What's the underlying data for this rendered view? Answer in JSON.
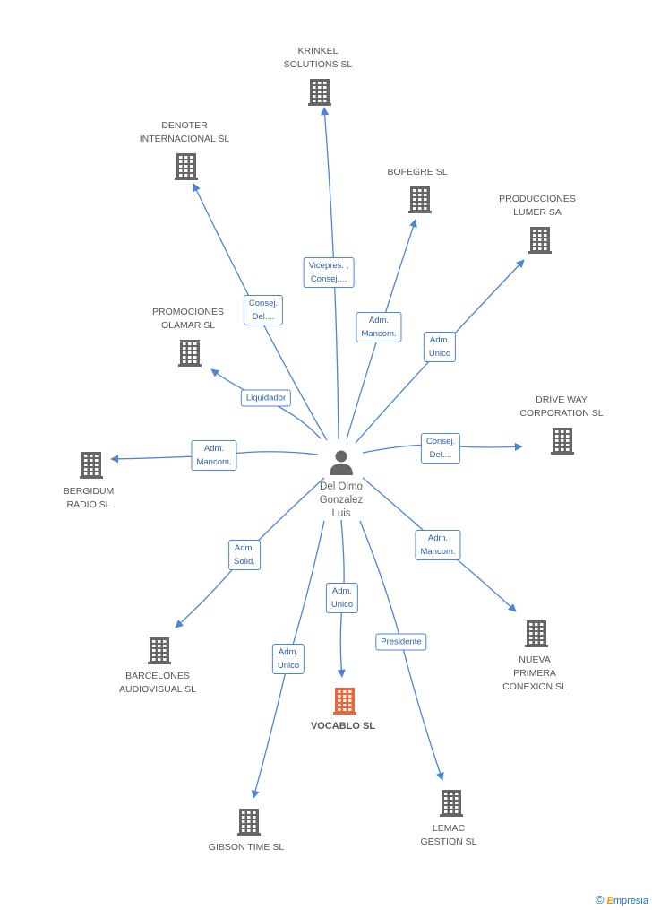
{
  "person": {
    "name": "Del Olmo\nGonzalez\nLuis"
  },
  "colors": {
    "edge": "#4a86d4",
    "building": "#666666",
    "main_building": "#f0643c"
  },
  "brand": {
    "symbol": "©",
    "initial": "E",
    "rest": "mpresia"
  },
  "companies": [
    {
      "id": "krinkel",
      "name": "KRINKEL\nSOLUTIONS SL",
      "main": false
    },
    {
      "id": "denoter",
      "name": "DENOTER\nINTERNACIONAL SL",
      "main": false
    },
    {
      "id": "bofegre",
      "name": "BOFEGRE SL",
      "main": false
    },
    {
      "id": "producciones",
      "name": "PRODUCCIONES\nLUMER SA",
      "main": false
    },
    {
      "id": "promociones",
      "name": "PROMOCIONES\nOLAMAR SL",
      "main": false
    },
    {
      "id": "driveway",
      "name": "DRIVE WAY\nCORPORATION SL",
      "main": false
    },
    {
      "id": "bergidum",
      "name": "BERGIDUM\nRADIO SL",
      "main": false
    },
    {
      "id": "barcelones",
      "name": "BARCELONES\nAUDIOVISUAL SL",
      "main": false
    },
    {
      "id": "nueva",
      "name": "NUEVA\nPRIMERA\nCONEXION SL",
      "main": false
    },
    {
      "id": "vocablo",
      "name": "VOCABLO SL",
      "main": true
    },
    {
      "id": "gibson",
      "name": "GIBSON TIME SL",
      "main": false
    },
    {
      "id": "lemac",
      "name": "LEMAC\nGESTION SL",
      "main": false
    }
  ],
  "edges": [
    {
      "to": "krinkel",
      "label": "Vicepres. ,\nConsej...."
    },
    {
      "to": "denoter",
      "label": "Consej.\nDel...."
    },
    {
      "to": "bofegre",
      "label": "Adm.\nMancom."
    },
    {
      "to": "producciones",
      "label": "Adm.\nUnico"
    },
    {
      "to": "promociones",
      "label": "Liquidador"
    },
    {
      "to": "driveway",
      "label": "Consej.\nDel...."
    },
    {
      "to": "bergidum",
      "label": "Adm.\nMancom."
    },
    {
      "to": "barcelones",
      "label": "Adm.\nSolid."
    },
    {
      "to": "nueva",
      "label": "Adm.\nMancom."
    },
    {
      "to": "vocablo",
      "label": "Adm.\nUnico"
    },
    {
      "to": "gibson",
      "label": "Adm.\nUnico"
    },
    {
      "to": "lemac",
      "label": "Presidente"
    }
  ]
}
